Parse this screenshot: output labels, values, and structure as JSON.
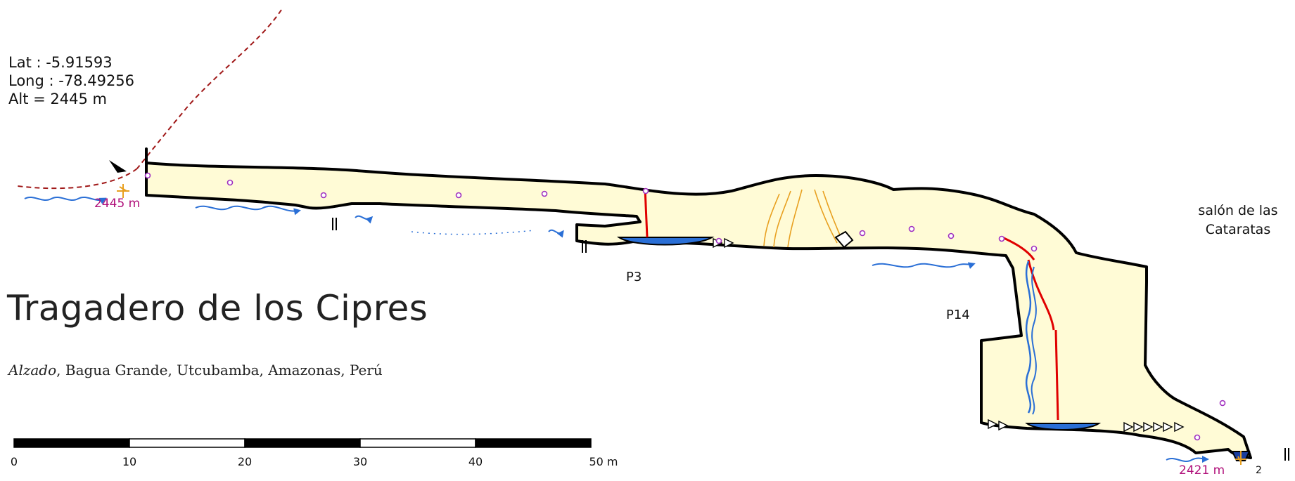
{
  "coordinates": {
    "lat": "Lat : -5.91593",
    "long": "Long : -78.49256",
    "alt": "Alt = 2445 m"
  },
  "title": "Tragadero de los Cipres",
  "subtitle": {
    "italic": "Alzado",
    "rest": ", Bagua Grande, Utcubamba, Amazonas, Perú"
  },
  "labels": {
    "entrance_altitude": "2445 m",
    "bottom_altitude": "2421 m",
    "pitch_p3": "P3",
    "pitch_p14": "P14",
    "salon_line1": "salón de las",
    "salon_line2": "Cataratas",
    "continuation_mark": "2"
  },
  "scale_bar": {
    "ticks": [
      "0",
      "10",
      "20",
      "30",
      "40",
      "50 m"
    ]
  },
  "colors": {
    "passage_fill": "#fffbd6",
    "outline": "#000000",
    "water": "#2a6fd6",
    "rope": "#e00000",
    "trail": "#a01818",
    "altitude_text": "#b0107a",
    "sediment": "#e8a020",
    "station": "#a030c0",
    "entrance_star": "#e8a020"
  },
  "icons": {
    "entrance": "entrance-arrow-icon",
    "water_flow": "water-flow-arrow-icon",
    "survey_station": "survey-station-icon",
    "boulder": "boulder-icon",
    "waterfall": "waterfall-icon"
  }
}
